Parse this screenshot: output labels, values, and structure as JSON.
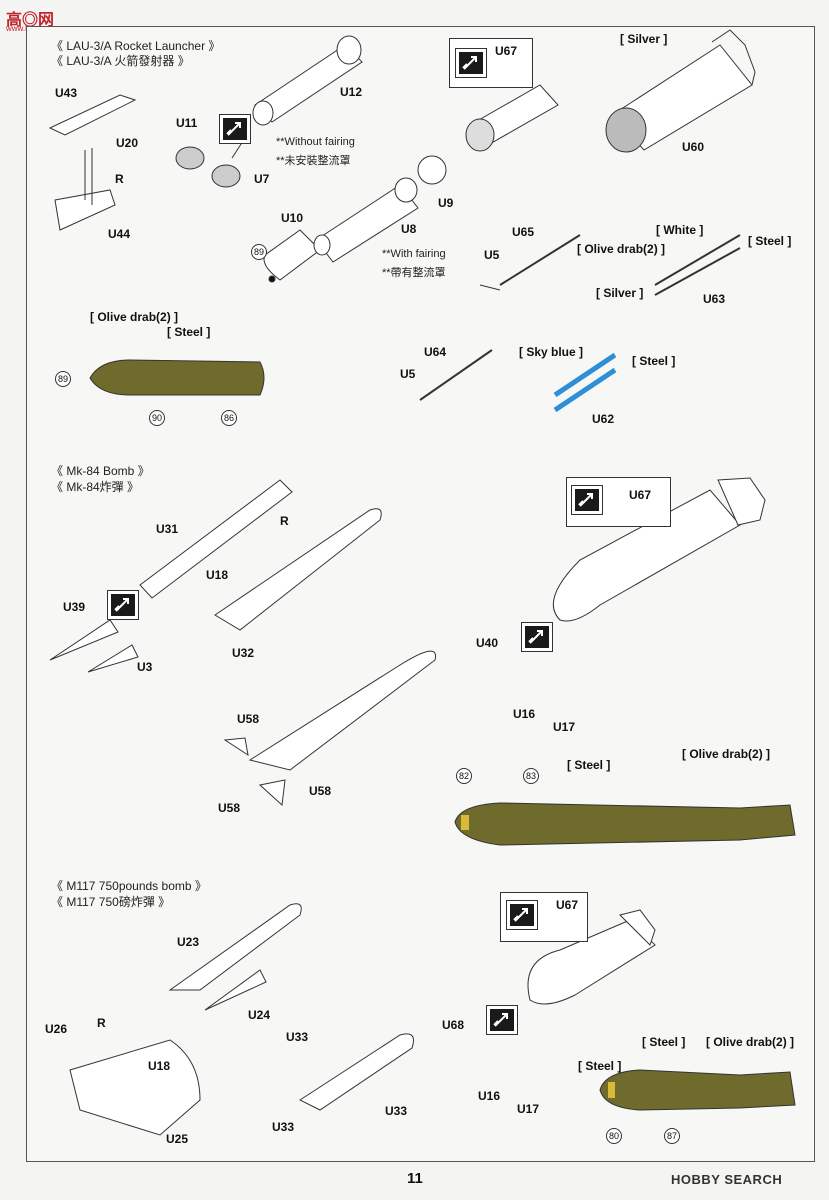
{
  "watermark": {
    "logo_text": "高◎网",
    "logo_url": "www.hasegawa.com"
  },
  "sections": {
    "lau": {
      "title_en": "《 LAU-3/A Rocket Launcher 》",
      "title_zh": "《 LAU-3/A 火箭發射器 》"
    },
    "mk84": {
      "title_en": "《 Mk-84 Bomb 》",
      "title_zh": "《 Mk-84炸彈 》"
    },
    "m117": {
      "title_en": "《 M117 750pounds bomb 》",
      "title_zh": "《 M117 750磅炸彈 》"
    }
  },
  "notes": {
    "without_fairing_en": "**Without fairing",
    "without_fairing_zh": "**未安裝整流罩",
    "with_fairing_en": "**With fairing",
    "with_fairing_zh": "**帶有整流罩"
  },
  "parts": {
    "u43": "U43",
    "u20": "U20",
    "r1": "R",
    "u44": "U44",
    "u11": "U11",
    "u7": "U7",
    "u12": "U12",
    "u67a": "U67",
    "u60": "U60",
    "u10": "U10",
    "u8": "U8",
    "u9": "U9",
    "u65": "U65",
    "u5a": "U5",
    "u63": "U63",
    "u64": "U64",
    "u5b": "U5",
    "u62": "U62",
    "u31": "U31",
    "r2": "R",
    "u18a": "U18",
    "u39": "U39",
    "u3": "U3",
    "u32": "U32",
    "u67b": "U67",
    "u40": "U40",
    "u16a": "U16",
    "u17a": "U17",
    "u58a": "U58",
    "u58b": "U58",
    "u58c": "U58",
    "u23": "U23",
    "u24": "U24",
    "u26": "U26",
    "r3": "R",
    "u18b": "U18",
    "u25": "U25",
    "u33a": "U33",
    "u33b": "U33",
    "u33c": "U33",
    "u67c": "U67",
    "u68": "U68",
    "u16b": "U16",
    "u17b": "U17"
  },
  "colors": {
    "silver": "[ Silver ]",
    "white": "[ White ]",
    "steel1": "[ Steel ]",
    "olive_drab1": "[ Olive drab(2) ]",
    "silver2": "[ Silver ]",
    "olive_drab2": "[ Olive drab(2) ]",
    "steel2": "[ Steel ]",
    "sky_blue": "[ Sky blue ]",
    "steel3": "[ Steel ]",
    "olive_drab3": "[ Olive drab(2) ]",
    "steel4": "[ Steel ]",
    "steel5": "[ Steel ]",
    "olive_drab4": "[ Olive drab(2) ]",
    "steel6": "[ Steel ]"
  },
  "decals": {
    "d89a": "89",
    "d89b": "89",
    "d90": "90",
    "d86": "86",
    "d82": "82",
    "d83": "83",
    "d80": "80",
    "d87": "87"
  },
  "paint_hex": {
    "olive": "#6e6b2c",
    "sky_blue": "#2f8fd6",
    "line": "#333333"
  },
  "footer": {
    "page_number": "11",
    "brand": "HOBBY SEARCH"
  }
}
